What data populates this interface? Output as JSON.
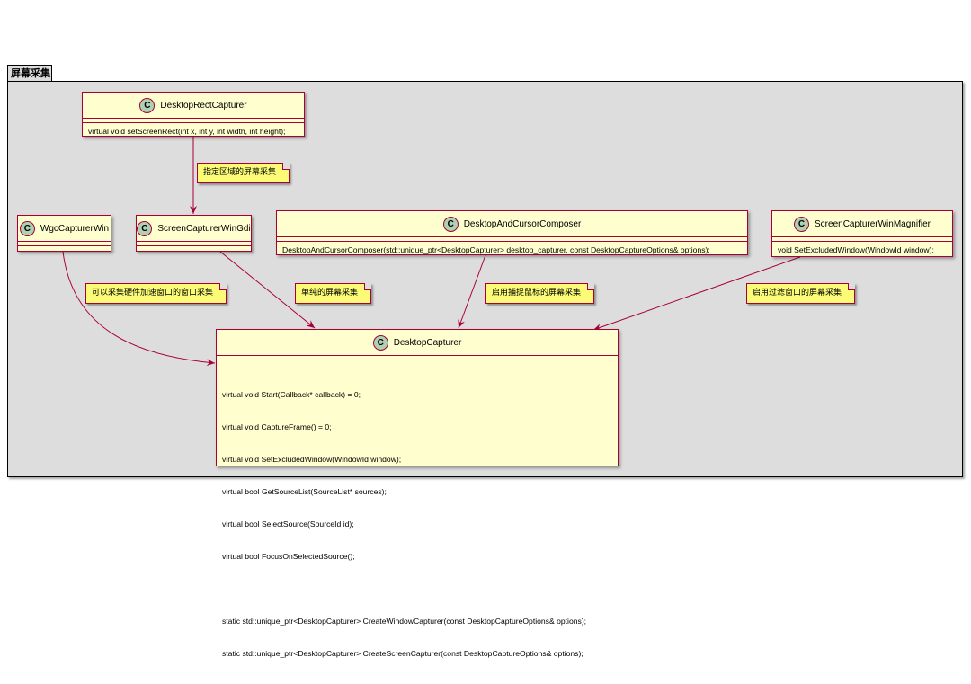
{
  "package": {
    "title": "屏幕采集"
  },
  "classes": {
    "desktop_rect_capturer": {
      "icon": "C",
      "name": "DesktopRectCapturer",
      "methods": [
        "virtual void setScreenRect(int x, int y, int width, int height);"
      ]
    },
    "wgc_capturer_win": {
      "icon": "C",
      "name": "WgcCapturerWin"
    },
    "screen_capturer_win_gdi": {
      "icon": "C",
      "name": "ScreenCapturerWinGdi"
    },
    "desktop_and_cursor_composer": {
      "icon": "C",
      "name": "DesktopAndCursorComposer",
      "methods": [
        "DesktopAndCursorComposer(std::unique_ptr<DesktopCapturer> desktop_capturer, const DesktopCaptureOptions& options);"
      ]
    },
    "screen_capturer_win_magnifier": {
      "icon": "C",
      "name": "ScreenCapturerWinMagnifier",
      "methods": [
        "void SetExcludedWindow(WindowId window);"
      ]
    },
    "desktop_capturer": {
      "icon": "C",
      "name": "DesktopCapturer",
      "methods": [
        "virtual void Start(Callback* callback) = 0;",
        "virtual void CaptureFrame() = 0;",
        "virtual void SetExcludedWindow(WindowId window);",
        "virtual bool GetSourceList(SourceList* sources);",
        "virtual bool SelectSource(SourceId id);",
        "virtual bool FocusOnSelectedSource();"
      ],
      "static_methods": [
        "static std::unique_ptr<DesktopCapturer> CreateWindowCapturer(const DesktopCaptureOptions& options);",
        "static std::unique_ptr<DesktopCapturer> CreateScreenCapturer(const DesktopCaptureOptions& options);"
      ]
    }
  },
  "notes": {
    "rect": "指定区域的屏幕采集",
    "wgc": "可以采集硬件加速窗口的窗口采集",
    "gdi": "单纯的屏幕采集",
    "cursor": "启用捕捉鼠标的屏幕采集",
    "magnifier": "启用过滤窗口的屏幕采集"
  },
  "colors": {
    "border": "#a80036",
    "class_fill": "#fefecf",
    "note_fill": "#fbfb77",
    "package_fill": "#dddddd",
    "circle_fill": "#add1b2"
  }
}
